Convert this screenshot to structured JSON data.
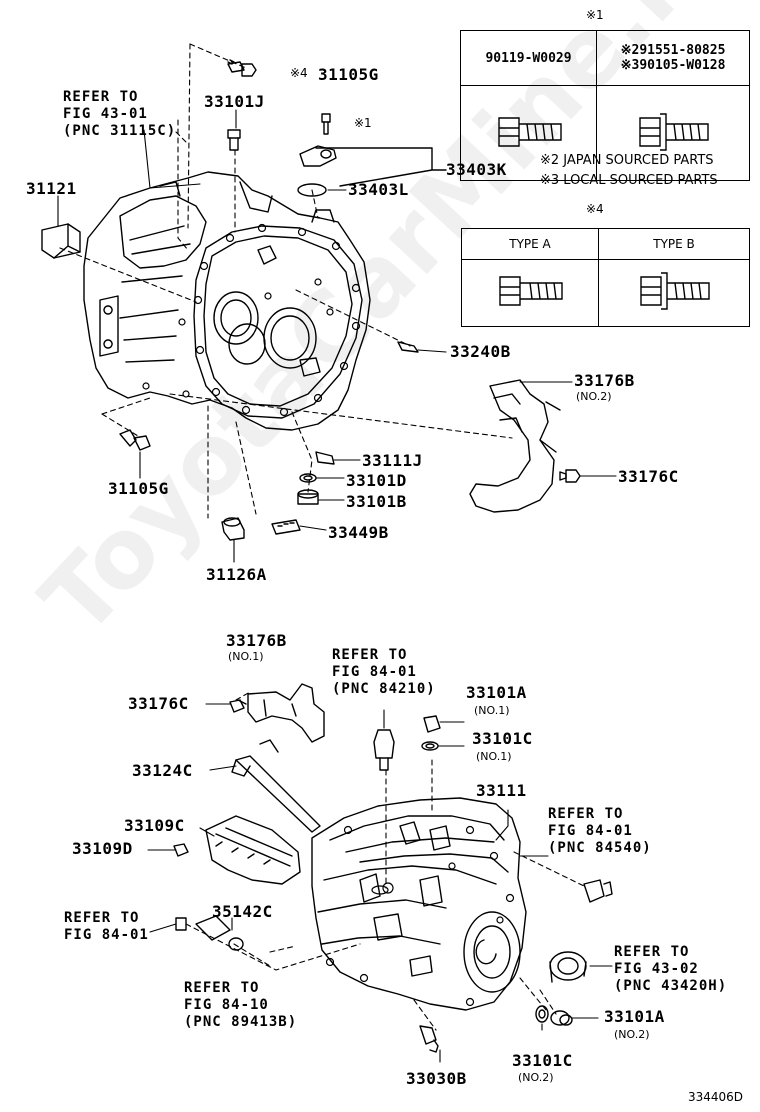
{
  "watermark": "ToyotaCarMine.ru",
  "figure_code": "334406D",
  "legend": {
    "mark1": "※1",
    "mark4": "※4",
    "table1": {
      "col1": "90119-W0029",
      "col2_line1": "※291551-80825",
      "col2_line2": "※390105-W0128"
    },
    "note2": "※2 JAPAN SOURCED PARTS",
    "note3": "※3 LOCAL SOURCED PARTS",
    "table2": {
      "col1": "TYPE A",
      "col2": "TYPE B"
    }
  },
  "upper": {
    "p31105G_top": {
      "mark": "※4",
      "text": "31105G"
    },
    "p33101J": "33101J",
    "mark1_bolt": "※1",
    "ref_43_01": "REFER TO\nFIG 43-01\n(PNC 31115C)",
    "p31121": "31121",
    "p33403K": "33403K",
    "p33403L": "33403L",
    "p33240B": "33240B",
    "p33176B": "33176B",
    "p33176B_sub": "(NO.2)",
    "p33176C": "33176C",
    "p33111J": "33111J",
    "p33101D": "33101D",
    "p33101B": "33101B",
    "p31105G_bottom": "31105G",
    "p33449B": "33449B",
    "p31126A": "31126A"
  },
  "lower": {
    "p33176B": "33176B",
    "p33176B_sub": "(NO.1)",
    "ref_84_01a": "REFER TO\nFIG 84-01\n(PNC 84210)",
    "p33101A": "33101A",
    "p33101A_sub": "(NO.1)",
    "p33101C": "33101C",
    "p33101C_sub": "(NO.1)",
    "p33176C": "33176C",
    "p33124C": "33124C",
    "p33111": "33111",
    "ref_84_01b": "REFER TO\nFIG 84-01\n(PNC 84540)",
    "p33109C": "33109C",
    "p33109D": "33109D",
    "ref_84_01c": "REFER TO\nFIG 84-01",
    "p35142C": "35142C",
    "ref_84_10": "REFER TO\nFIG 84-10\n(PNC 89413B)",
    "ref_43_02": "REFER TO\nFIG 43-02\n(PNC 43420H)",
    "p33101A2": "33101A",
    "p33101A2_sub": "(NO.2)",
    "p33101C2": "33101C",
    "p33101C2_sub": "(NO.2)",
    "p33030B": "33030B"
  }
}
